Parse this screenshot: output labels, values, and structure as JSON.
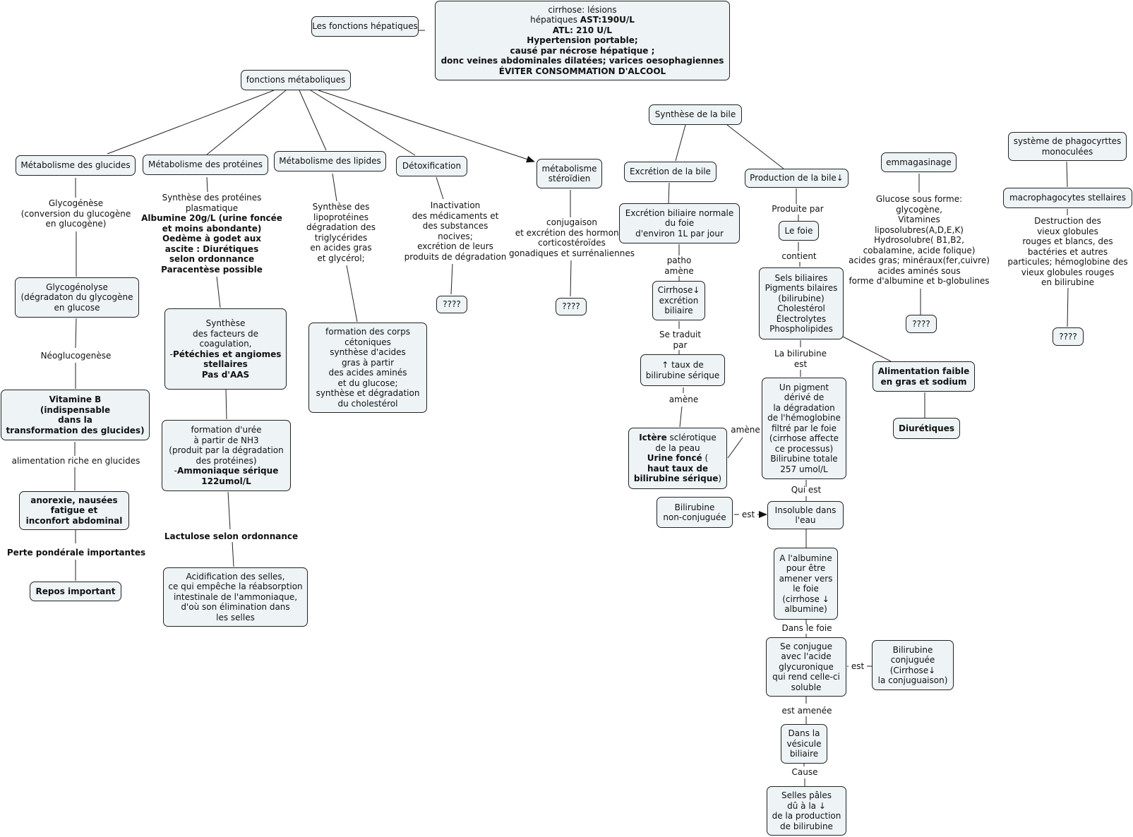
{
  "nodes": {
    "les_fonctions_hepatiques": [
      "Les fonctions hépatiques"
    ],
    "cirrhose": {
      "l1": "cirrhose: lésions",
      "l2a": "hépatiques ",
      "l2b": "AST:190U/L",
      "l3": "ATL: 210 U/L",
      "l4": "Hypertension portable;",
      "l5": "causé par nécrose hépatique ;",
      "l6": "donc veines abdominales dilatées; varices oesophagiennes",
      "l7": "ÉVITER CONSOMMATION D'ALCOOL"
    },
    "fonctions_metaboliques": "fonctions métaboliques",
    "met_glucides": "Métabolisme des glucides",
    "met_proteines": "Métabolisme des protéines",
    "met_lipides": "Métabolisme des lipides",
    "detoxification": "Détoxification",
    "met_steroidien": [
      "métabolisme",
      "stéroïdien"
    ],
    "glycogenolyse": [
      "Glycogénolyse",
      "(dégradaton du glycogène",
      "en glucose"
    ],
    "vitamine_b": [
      "Vitamine B",
      "(indispensable",
      "dans la",
      "transformation des glucides)"
    ],
    "anorexie": [
      "anorexie, nausées",
      "fatigue et",
      "inconfort abdominal"
    ],
    "repos": "Repos important",
    "synthese_facteurs": {
      "l1": "Synthèse",
      "l2": "des facteurs de",
      "l3": "coagulation,",
      "l4a": "-",
      "l4b": "Pétéchies et angiomes",
      "l5": "stellaires",
      "l6": "Pas d'AAS"
    },
    "formation_uree": {
      "l1": "formation d'urée",
      "l2": "à partir de NH3",
      "l3": "(produit par la dégradation",
      "l4": "des protéines)",
      "l5a": "-",
      "l5b": "Ammoniaque sérique",
      "l6": "122umol/L"
    },
    "acidification": [
      "Acidification des selles,",
      "ce qui empêche la réabsorption",
      "intestinale de l'ammoniaque,",
      "d'où son élimination dans",
      "les selles"
    ],
    "corps_cetoniques": [
      "formation des corps",
      "cétoniques",
      "synthèse d'acides",
      "gras à partir",
      "des acides aminés",
      "et du glucose;",
      "synthèse et dégradation",
      "du cholestérol"
    ],
    "detox_unknown": "????",
    "steroid_unknown": "????",
    "synthese_bile": "Synthèse de la bile",
    "excretion_bile": "Excrétion de la bile",
    "production_bile": "Production de la bile↓",
    "excretion_normale": [
      "Excrétion biliaire normale",
      "du foie",
      "d'environ 1L par jour"
    ],
    "cirrhose_excretion": [
      "Cirrhose↓",
      "excrétion",
      "biliaire"
    ],
    "taux_bilirubine": [
      "↑ taux de",
      "bilirubine sérique"
    ],
    "ictere": {
      "l1a": "Ictère",
      "l1b": " sclérotique",
      "l2": "de la peau",
      "l3a": "Urine foncé",
      "l3b": " (",
      "l4": "haut taux de",
      "l5a": "bilirubine sérique",
      "l5b": ")"
    },
    "le_foie": "Le foie",
    "sels_biliaires": [
      "Sels biliaires",
      "Pigments bilaires",
      "(bilirubine)",
      "Cholestérol",
      "Électrolytes",
      "Phospholipides"
    ],
    "pigment": [
      "Un pigment",
      "dérivé de",
      "la dégradation",
      "de l'hémoglobine",
      "filtré par le foie",
      "(cirrhose affecte",
      "ce processus)",
      "Bilirubine totale",
      "257 umol/L"
    ],
    "bilirubine_nc": [
      "Bilirubine",
      "non-conjuguée"
    ],
    "insoluble": [
      "Insoluble dans",
      "l'eau"
    ],
    "albumine": [
      "A l'albumine",
      "pour être",
      "amener vers",
      "le foie",
      "(cirrhose ↓",
      "albumine)"
    ],
    "se_conjugue": [
      "Se conjugue",
      "avec l'acide",
      "glycuronique",
      "qui rend celle-ci",
      "soluble"
    ],
    "bilirubine_conj": [
      "Bilirubine",
      "conjuguée",
      "(Cirrhose↓",
      "la conjuguaison)"
    ],
    "vesicule": [
      "Dans la",
      "vésicule",
      "biliaire"
    ],
    "selles_pales": [
      "Selles pâles",
      "dû à la ↓",
      "de la production",
      "de bilirubine"
    ],
    "alimentation_faible": [
      "Alimentation faible",
      "en gras et sodium"
    ],
    "diuretiques": "Diurétiques",
    "emmagasinage": "emmagasinage",
    "emmag_unknown": "????",
    "systeme_phago": [
      "système de phagocyrttes",
      "monoculées"
    ],
    "macrophagocytes": "macrophagocytes stellaires",
    "phago_unknown": "????"
  },
  "labels": {
    "glycogenese": [
      "Glycogénèse",
      "(conversion du glucogène",
      "en glucogène)"
    ],
    "neoglucogenese": "Néoglucogenèse",
    "alimentation_riche": "alimentation riche en glucides",
    "perte_ponderale": "Perte pondérale importantes",
    "synthese_proteines": {
      "l1": "Synthèse des protéines",
      "l2": "plasmatique",
      "l3": "Albumine 20g/L (urine foncée",
      "l4": "et moins abondante)",
      "l5": "Oedème à godet aux",
      "l6": "ascite : Diurétiques",
      "l7": "selon ordonnance",
      "l8": "Paracentèse possible"
    },
    "lactulose": "Lactulose selon ordonnance",
    "synthese_lipoproteines": [
      "Synthèse des",
      "lipoprotéines",
      "dégradation des",
      "triglycérides",
      "en acides gras",
      "et glycérol;"
    ],
    "inactivation": [
      "Inactivation",
      "des médicaments et",
      "des substances",
      "nocives;",
      "excrétion de leurs",
      "produits de dégradation"
    ],
    "conjugaison": [
      "conjugaison",
      "et excrétion des hormones",
      "corticostéroïdes",
      "gonadiques et surrénaliennes"
    ],
    "patho_amene": [
      "patho",
      "amène"
    ],
    "se_traduit": [
      "Se traduit",
      "par"
    ],
    "amene1": "amène",
    "amene2": "amène",
    "produite_par": "Produite par",
    "contient": "contient",
    "la_bilirubine_est": [
      "La bilirubine",
      "est"
    ],
    "qui_est": "Qui est",
    "est1": "est",
    "dans_le_foie": "Dans le foie",
    "est2": "est",
    "est_amenee": "est amenée",
    "cause": "Cause",
    "glucose_forme": [
      "Glucose sous forme:",
      "glycogène,",
      "Vitamines",
      "liposolubres(A,D,E,K)",
      "Hydrosolubre( B1,B2,",
      "cobalamine, acide folique)",
      "acides gras; minéraux(fer,cuivre)",
      "acides aminés sous",
      "forme d'albumine et b-globulines"
    ],
    "destruction": [
      "Destruction des",
      "vieux globules",
      "rouges et blancs, des",
      "bactéries et autres",
      "particules; hémoglobine des",
      "vieux globules rouges",
      "en bilirubine"
    ]
  },
  "colors": {
    "node_fill": "#eef3f5",
    "border": "#222222",
    "background": "#ffffff"
  }
}
